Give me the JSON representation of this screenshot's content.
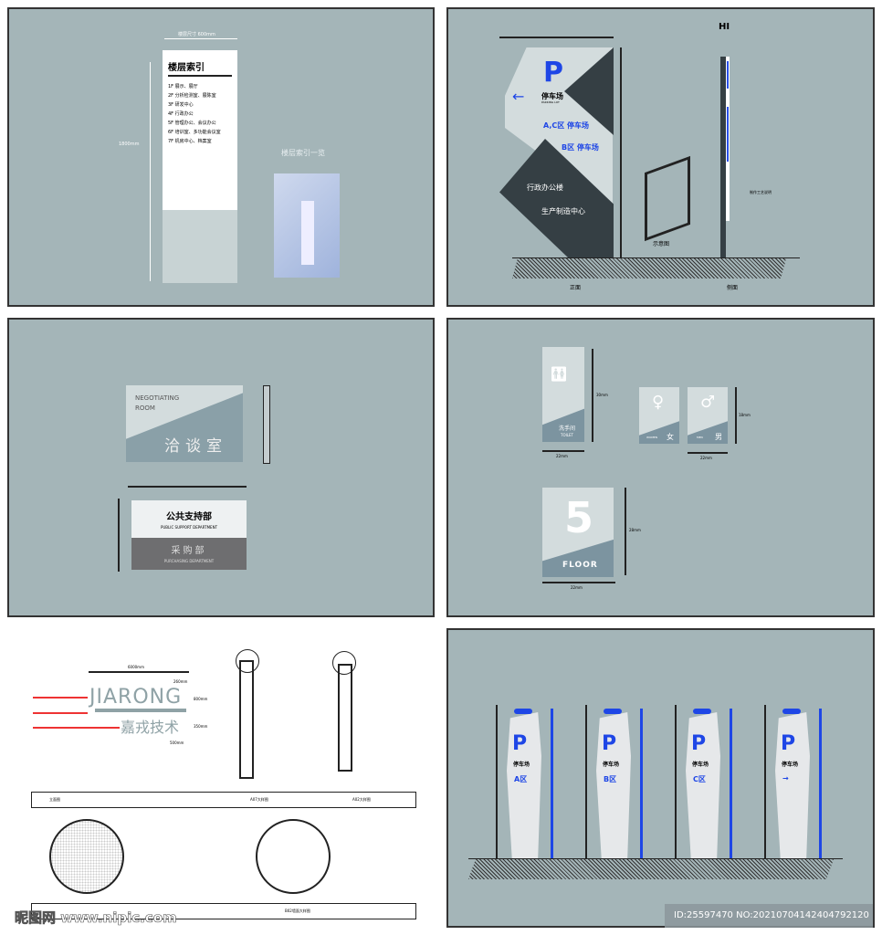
{
  "panel1": {
    "sign_title": "楼层索引",
    "items": [
      "1F 展示、展厅",
      "2F 分析检测室、展陈室",
      "3F 研发中心",
      "4F 行政办公",
      "5F 管理办公、会议办公",
      "6F 培训室、多功能会议室",
      "7F 机房中心、档案室"
    ],
    "caption": "楼层索引一览",
    "width_dim": "楼层尺寸 600mm",
    "height_dim": "1800mm"
  },
  "panel2": {
    "p_letter": "P",
    "parking": "停车场",
    "parking_en": "PARKING LOT",
    "zone_ac": "A,C区 停车场",
    "zone_b": "B区 停车场",
    "office": "行政办公楼",
    "production": "生产制造中心",
    "plan_label": "示意图",
    "front_label": "正面",
    "side_label": "侧面",
    "side_mark": "HI",
    "notes_title": "制作工艺说明"
  },
  "panel3": {
    "room_en_1": "NEGOTIATING",
    "room_en_2": "ROOM",
    "room_cn": "洽谈室",
    "dept1_cn": "公共支持部",
    "dept1_en": "PUBLIC SUPPORT DEPARTMENT",
    "dept2_cn": "采购部",
    "dept2_en": "PURCHASING DEPARTMENT"
  },
  "panel4": {
    "toilet_cn": "洗手间",
    "toilet_en": "TOILET",
    "women_en": "WOMEN",
    "women_cn": "女",
    "men_en": "MEN",
    "men_cn": "男",
    "floor_number": "5",
    "floor_label": "FLOOR",
    "dim_h1": "30mm",
    "dim_w1": "22mm",
    "dim_h2": "18mm",
    "dim_w2": "22mm",
    "dim_h3": "28mm",
    "dim_w3": "22mm"
  },
  "panel5": {
    "logo_en": "JIARONG",
    "logo_cn": "嘉戎技术",
    "dim_width": "6000mm",
    "dim_a": "260mm",
    "dim_b": "800mm",
    "dim_c": "350mm",
    "dim_d": "500mm",
    "label_front": "立面图",
    "label_a": "A07大样图",
    "label_b": "A02大样图",
    "label_c": "B02墙面大样图"
  },
  "panel6": {
    "stands": [
      {
        "p": "P",
        "cn": "停车场",
        "zone": "A区"
      },
      {
        "p": "P",
        "cn": "停车场",
        "zone": "B区"
      },
      {
        "p": "P",
        "cn": "停车场",
        "zone": "C区"
      },
      {
        "p": "P",
        "cn": "停车场",
        "zone": "→"
      }
    ]
  },
  "watermark": {
    "site": "昵图网 www.nipic.com",
    "id": "ID:25597470 NO:20210704142404792120"
  }
}
